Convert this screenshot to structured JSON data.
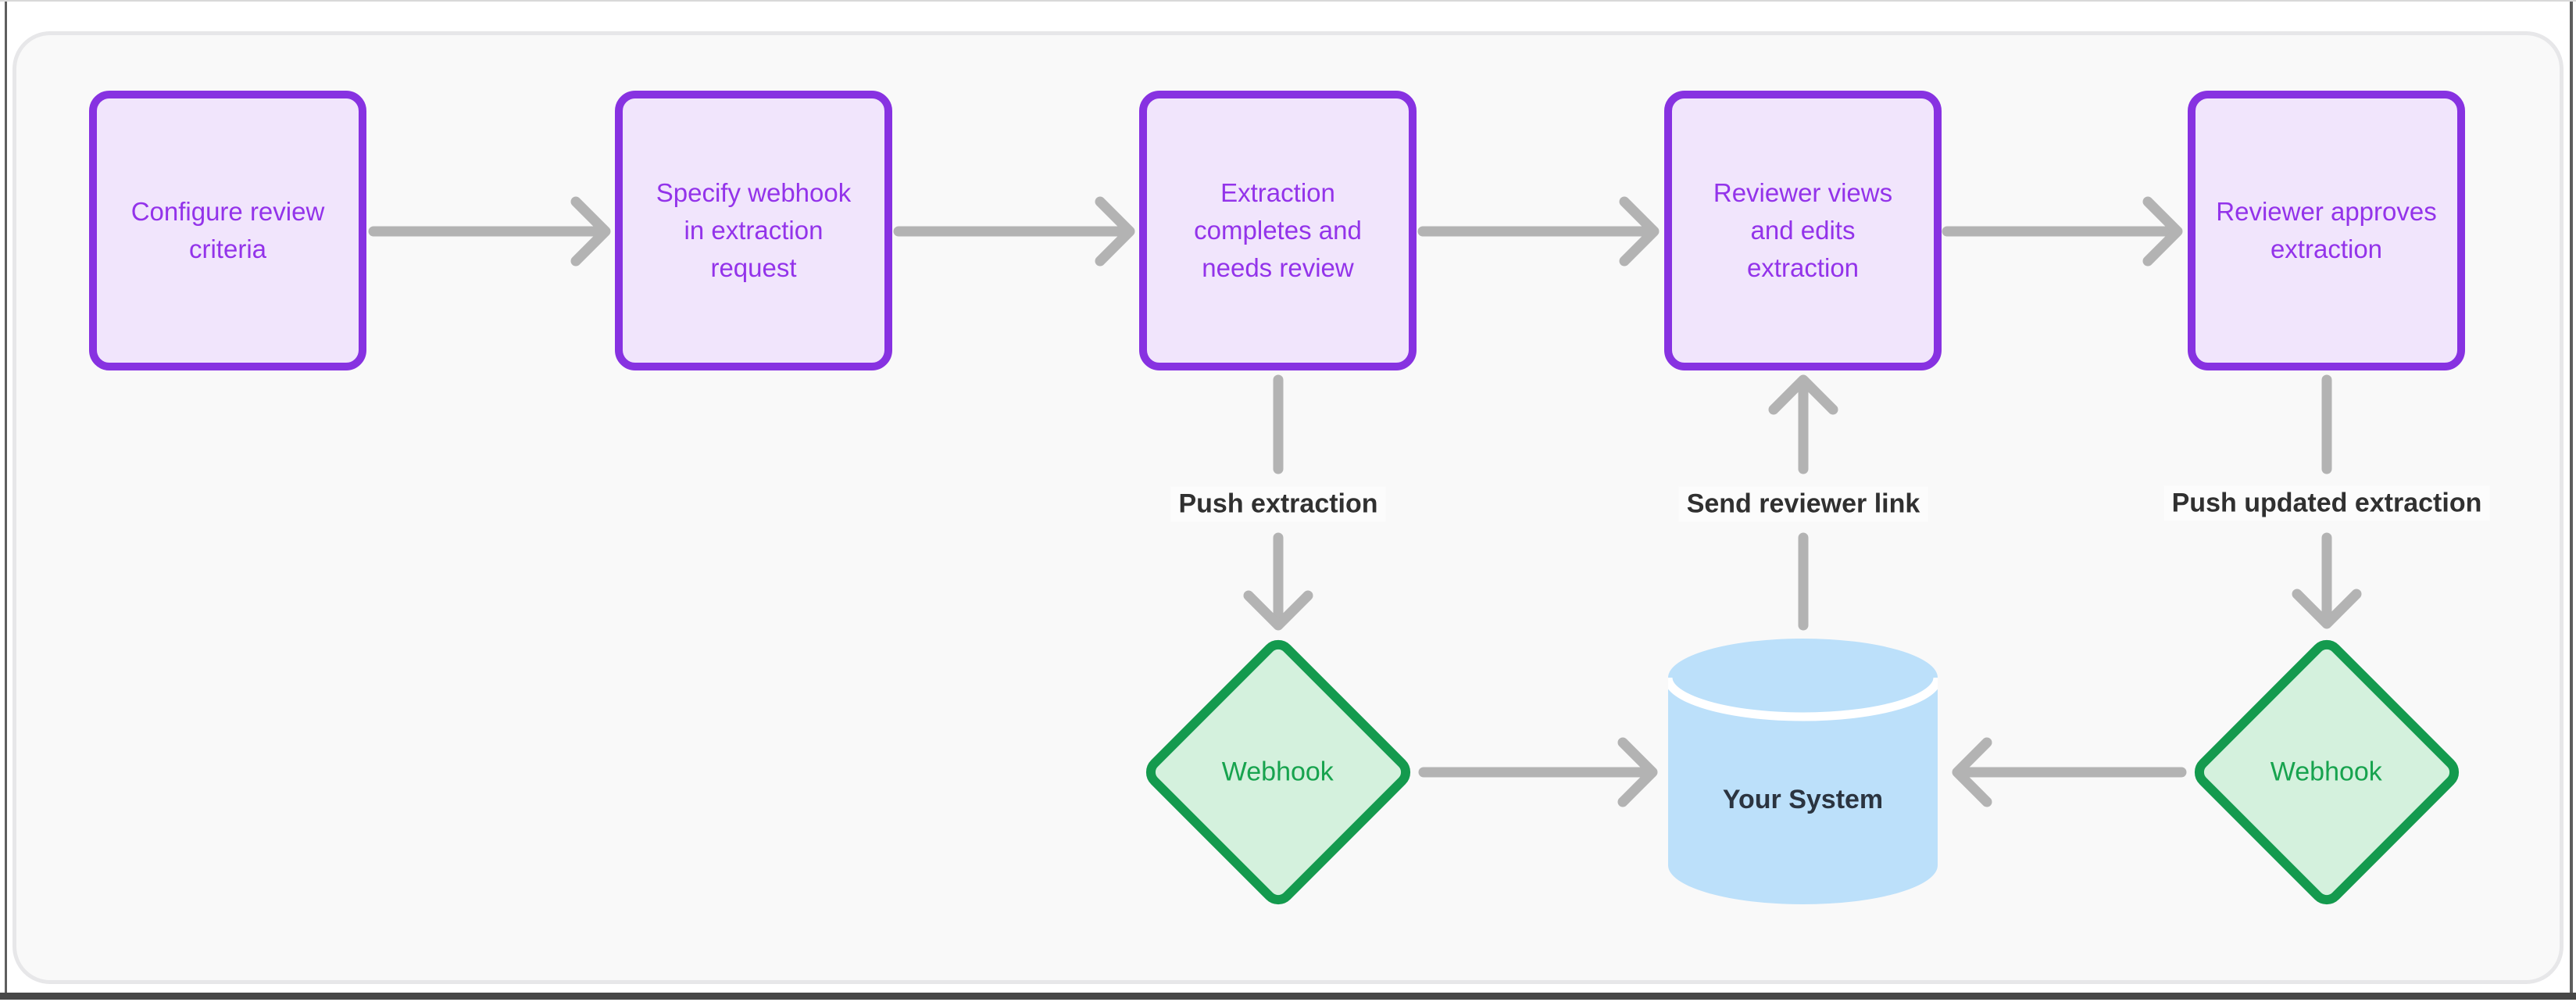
{
  "diagram": {
    "nodes": {
      "steps": [
        {
          "id": "step-1",
          "label": "Configure review criteria"
        },
        {
          "id": "step-2",
          "label": "Specify webhook in extraction request"
        },
        {
          "id": "step-3",
          "label": "Extraction completes and needs review"
        },
        {
          "id": "step-4",
          "label": "Reviewer views and edits extraction"
        },
        {
          "id": "step-5",
          "label": "Reviewer approves extraction"
        }
      ],
      "webhooks": [
        {
          "id": "webhook-1",
          "label": "Webhook"
        },
        {
          "id": "webhook-2",
          "label": "Webhook"
        }
      ],
      "system": {
        "id": "your-system",
        "label": "Your System"
      }
    },
    "edges": {
      "push_extraction": "Push extraction",
      "send_reviewer_link": "Send reviewer link",
      "push_updated_extraction": "Push updated extraction"
    },
    "colors": {
      "step_border": "#8732e1",
      "step_fill": "#f1e5fc",
      "step_text": "#9333ea",
      "webhook_border": "#149a4e",
      "webhook_fill": "#d4f1dd",
      "webhook_text": "#17a34e",
      "system_fill": "#bce0fa",
      "arrow": "#b3b3b3",
      "edge_label_text": "#303030",
      "canvas_bg": "#f9f9f9"
    }
  }
}
